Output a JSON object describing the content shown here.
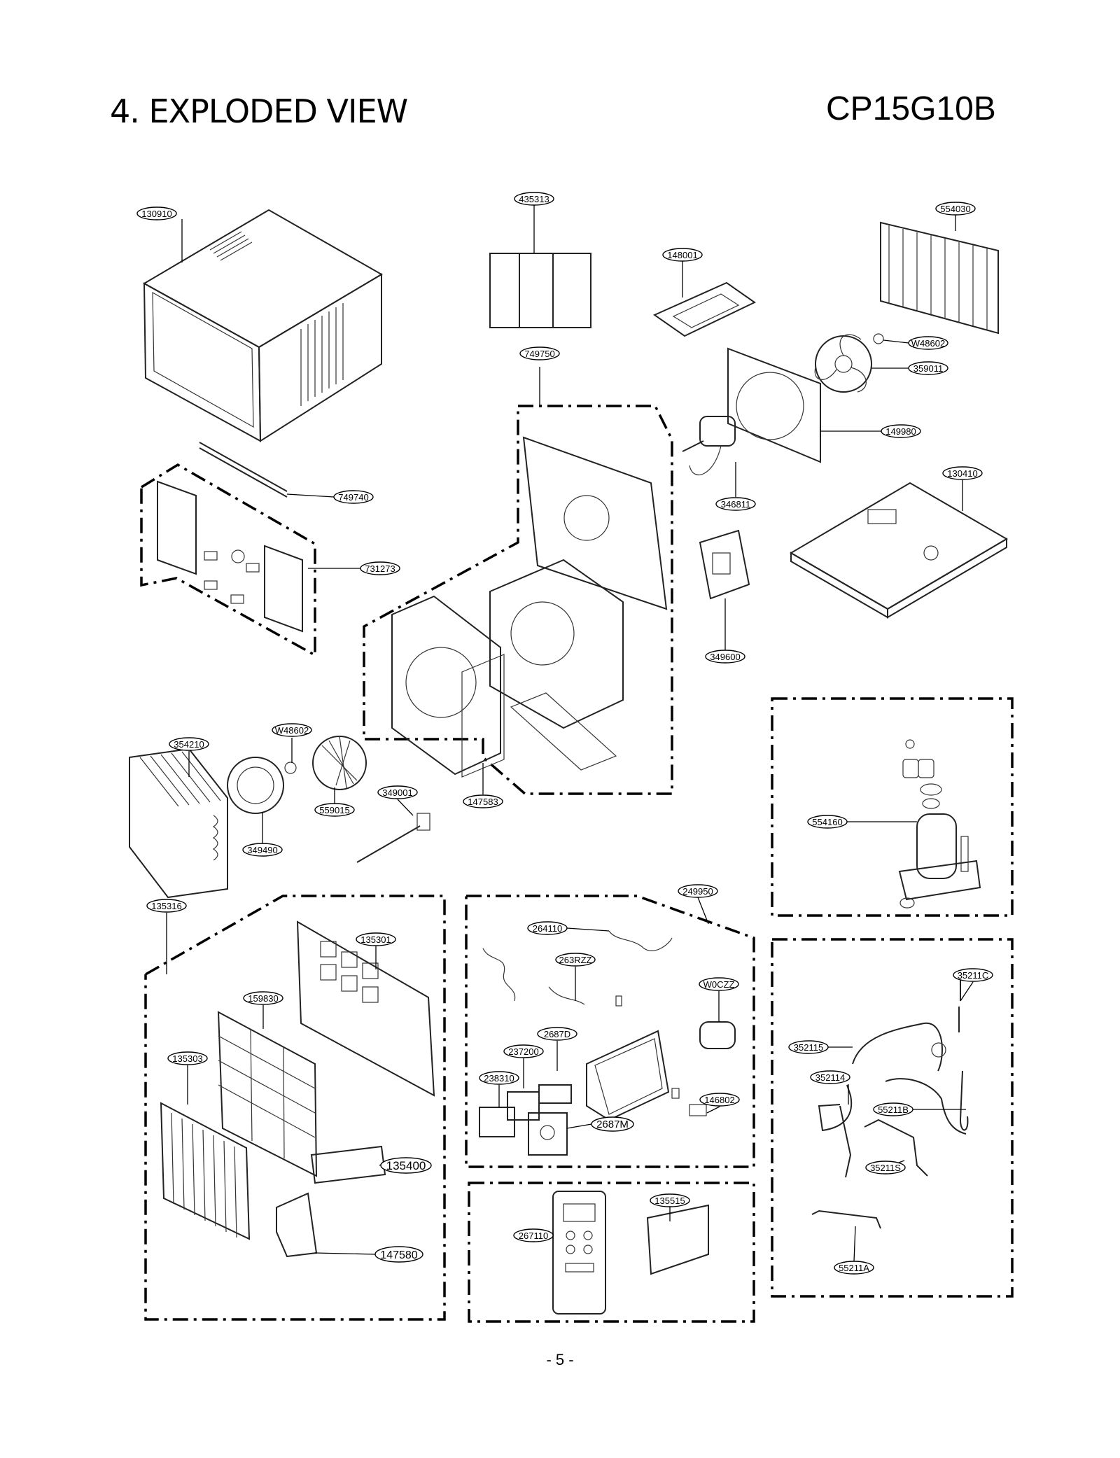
{
  "header": {
    "title": "4. EXPLODED VIEW",
    "model": "CP15G10B"
  },
  "footer": {
    "page": "- 5 -"
  },
  "parts": [
    {
      "code": "130910"
    },
    {
      "code": "435313"
    },
    {
      "code": "554030"
    },
    {
      "code": "148001"
    },
    {
      "code": "W48602"
    },
    {
      "code": "359011"
    },
    {
      "code": "749750"
    },
    {
      "code": "149980"
    },
    {
      "code": "749740"
    },
    {
      "code": "130410"
    },
    {
      "code": "346811"
    },
    {
      "code": "731273"
    },
    {
      "code": "349600"
    },
    {
      "code": "W48602"
    },
    {
      "code": "354210"
    },
    {
      "code": "349001"
    },
    {
      "code": "147583"
    },
    {
      "code": "559015"
    },
    {
      "code": "554160"
    },
    {
      "code": "349490"
    },
    {
      "code": "135316"
    },
    {
      "code": "249950"
    },
    {
      "code": "135301"
    },
    {
      "code": "264110"
    },
    {
      "code": "263RZZ"
    },
    {
      "code": "W0CZZ"
    },
    {
      "code": "35211C"
    },
    {
      "code": "159830"
    },
    {
      "code": "2687D"
    },
    {
      "code": "237200"
    },
    {
      "code": "135303"
    },
    {
      "code": "238310"
    },
    {
      "code": "352115"
    },
    {
      "code": "352114"
    },
    {
      "code": "146802"
    },
    {
      "code": "55211B"
    },
    {
      "code": "2687M"
    },
    {
      "code": "135400"
    },
    {
      "code": "35211S"
    },
    {
      "code": "135515"
    },
    {
      "code": "267110"
    },
    {
      "code": "147580"
    },
    {
      "code": "55211A"
    }
  ]
}
